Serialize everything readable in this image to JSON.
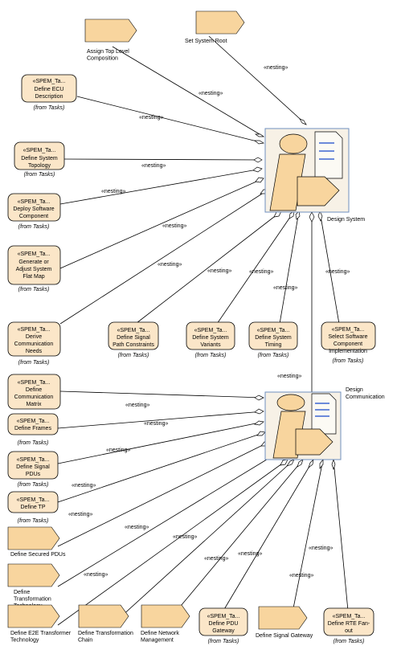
{
  "edge_label": "«nesting»",
  "composites": {
    "design_system": {
      "label": "Design System"
    },
    "design_communication": {
      "label": "Design Communication"
    }
  },
  "tasks": {
    "define_ecu": {
      "stereo": "«SPEM_Ta...",
      "name": "Define ECU Description",
      "from": "(from Tasks)"
    },
    "define_topology": {
      "stereo": "«SPEM_Ta...",
      "name": "Define System Topology",
      "from": "(from Tasks)"
    },
    "deploy_sw": {
      "stereo": "«SPEM_Ta...",
      "name": "Deploy Software Component",
      "from": "(from Tasks)"
    },
    "flat_map": {
      "stereo": "«SPEM_Ta...",
      "name": "Generate or Adjust System Flat Map",
      "from": "(from Tasks)"
    },
    "comm_needs": {
      "stereo": "«SPEM_Ta...",
      "name": "Derive Communication Needs",
      "from": "(from Tasks)"
    },
    "signal_path": {
      "stereo": "«SPEM_Ta...",
      "name": "Define Signal Path Constraints",
      "from": "(from Tasks)"
    },
    "variants": {
      "stereo": "«SPEM_Ta...",
      "name": "Define System Variants",
      "from": "(from Tasks)"
    },
    "timing": {
      "stereo": "«SPEM_Ta...",
      "name": "Define System Timing",
      "from": "(from Tasks)"
    },
    "select_impl": {
      "stereo": "«SPEM_Ta...",
      "name": "Select Software Component Implementation",
      "from": "(from Tasks)"
    },
    "comm_matrix": {
      "stereo": "«SPEM_Ta...",
      "name": "Define Communication Matrix",
      "from": "(from Tasks)"
    },
    "frames": {
      "stereo": "«SPEM_Ta...",
      "name": "Define Frames",
      "from": "(from Tasks)"
    },
    "signal_pdus": {
      "stereo": "«SPEM_Ta...",
      "name": "Define Signal PDUs",
      "from": "(from Tasks)"
    },
    "tp": {
      "stereo": "«SPEM_Ta...",
      "name": "Define TP",
      "from": "(from Tasks)"
    },
    "pdu_gateway": {
      "stereo": "«SPEM_Ta...",
      "name": "Define PDU Gateway",
      "from": "(from Tasks)"
    },
    "rte_fanout": {
      "stereo": "«SPEM_Ta...",
      "name": "Define RTE Fan-out",
      "from": "(from Tasks)"
    }
  },
  "activities": {
    "top_level": "Assign Top Level Composition",
    "system_root": "Set System Root",
    "secured_pdus": "Define Secured PDUs",
    "transformation_tech": "Define Transformation Technology",
    "e2e": "Define E2E Transformer Technology",
    "transformation_chain": "Define Transformation Chain",
    "network_mgmt": "Define Network Management",
    "signal_gateway": "Define Signal Gateway"
  }
}
